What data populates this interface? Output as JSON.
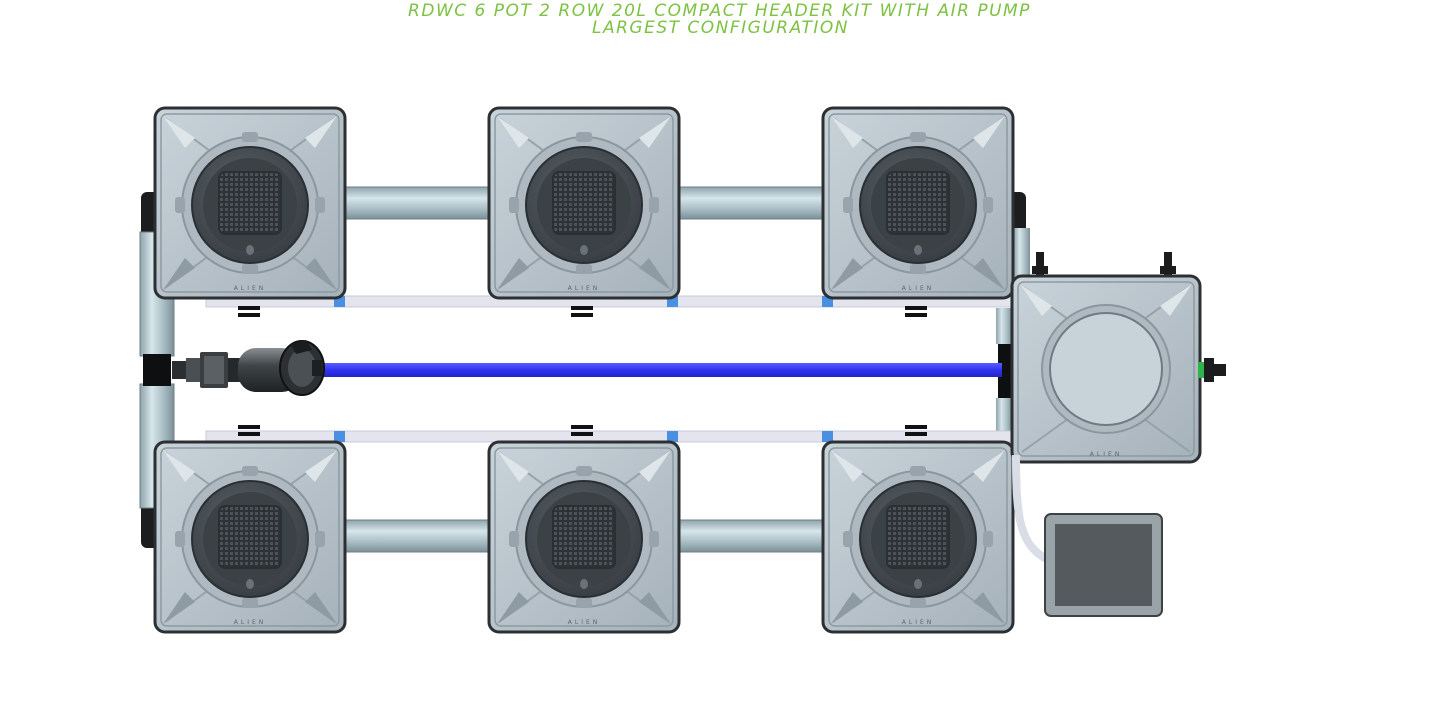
{
  "title": {
    "line1": "RDWC 6 POT 2 ROW 20L COMPACT HEADER KIT WITH AIR PUMP",
    "line2": "LARGEST CONFIGURATION"
  },
  "pot_label": "ALIEN",
  "layout": {
    "rows": 2,
    "pots_per_row": 3,
    "header_tank": 1,
    "air_pump": 1
  },
  "colors": {
    "title": "#7dc242",
    "pot_body": "#b9c4cc",
    "pipe": "#a9bcc3",
    "air_line": "#3a3dff",
    "feed_line": "#e3e3ee",
    "fitting": "#4a90e2",
    "pump": "#5f5f5f"
  }
}
